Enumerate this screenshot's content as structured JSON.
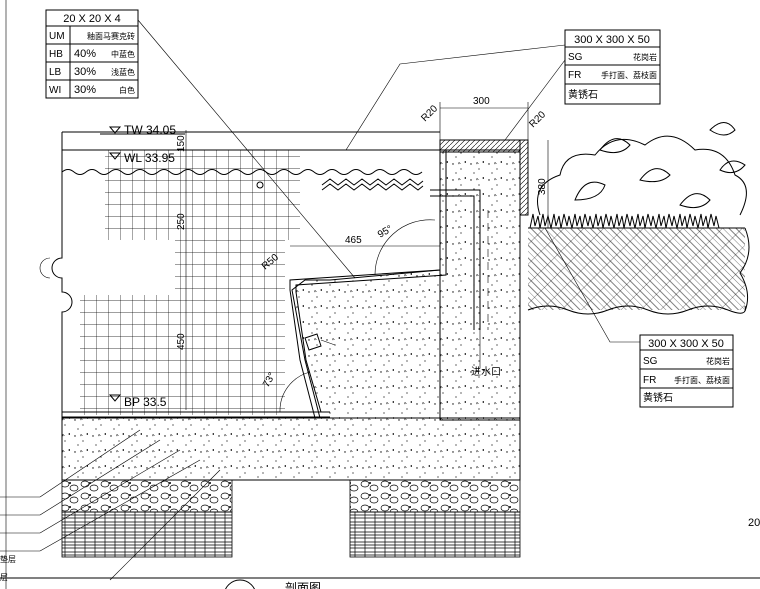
{
  "legend_top_left": {
    "title": "20 X 20 X 4",
    "rows": [
      {
        "code": "UM",
        "pct": "",
        "desc": "釉面马赛克砖"
      },
      {
        "code": "HB",
        "pct": "40%",
        "desc": "中蓝色"
      },
      {
        "code": "LB",
        "pct": "30%",
        "desc": "浅蓝色"
      },
      {
        "code": "WI",
        "pct": "30%",
        "desc": "白色"
      }
    ]
  },
  "legend_top_right": {
    "title": "300 X 300 X 50",
    "rows": [
      {
        "code": "SG",
        "desc": "花岗岩"
      },
      {
        "code": "FR",
        "desc": "手打面、荔枝面"
      },
      {
        "code": "黄锈石",
        "desc": ""
      }
    ]
  },
  "legend_mid_right": {
    "title": "300 X 300 X 50",
    "rows": [
      {
        "code": "SG",
        "desc": "花岗岩"
      },
      {
        "code": "FR",
        "desc": "手打面、荔枝面"
      },
      {
        "code": "黄锈石",
        "desc": ""
      }
    ]
  },
  "levels": {
    "tw": "TW 34.05",
    "wl": "WL 33.95",
    "bp": "BP 33.5"
  },
  "dims": {
    "d300": "300",
    "r20a": "R20",
    "r20b": "R20",
    "d380": "380",
    "d465": "465",
    "ang95": "95°",
    "r50": "R50",
    "ang73": "73°",
    "v150": "150",
    "v250": "250",
    "v450": "450"
  },
  "notes": {
    "inlet": "进水口",
    "side_a": "垫层",
    "side_b": "层",
    "corner_num": "20",
    "bottom_title": "剖面图"
  }
}
